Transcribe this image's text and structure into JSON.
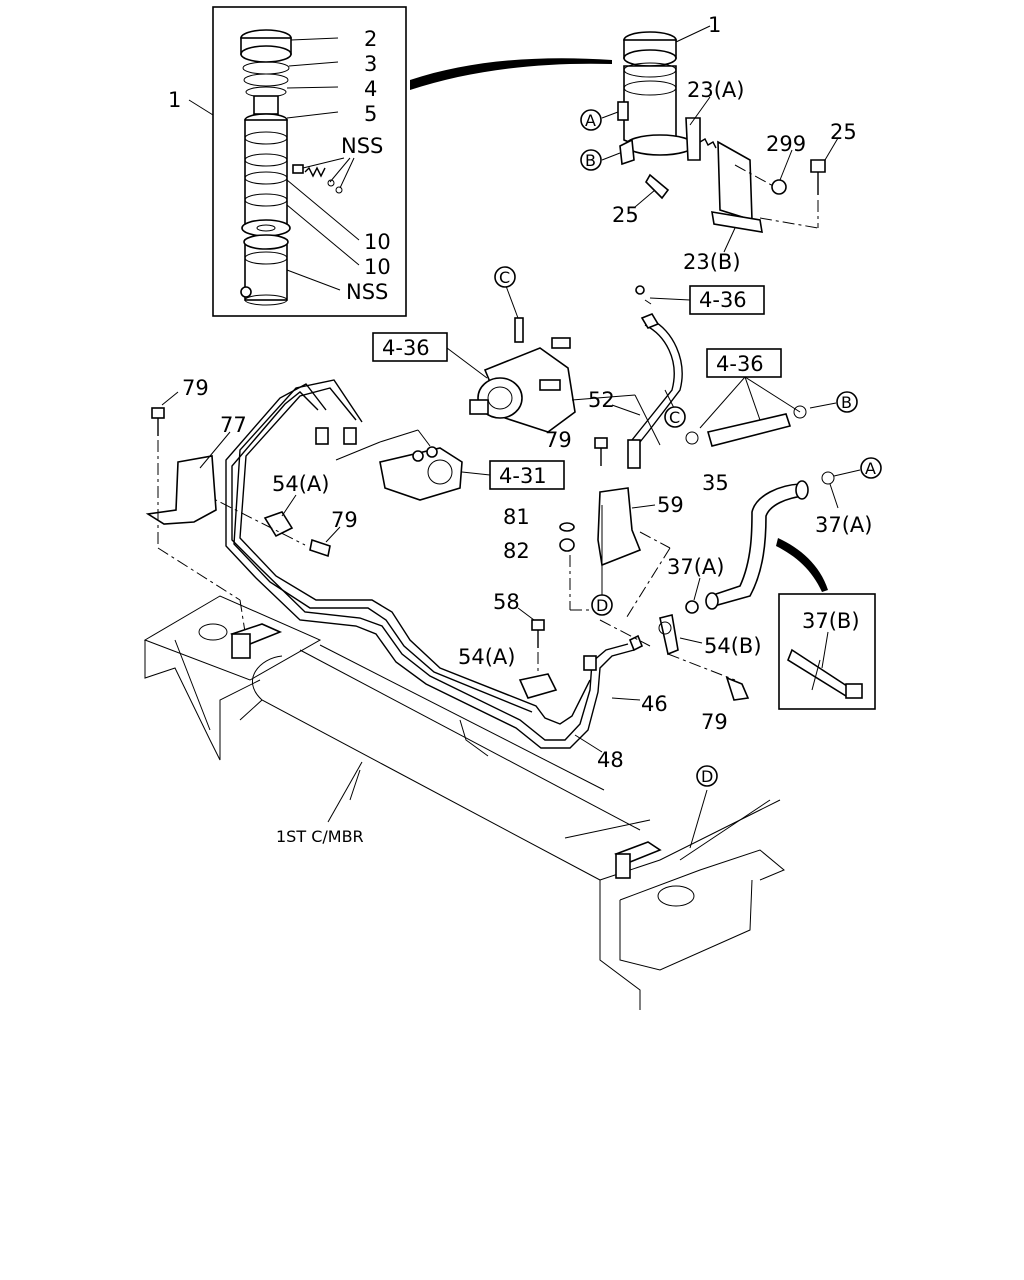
{
  "diagram": {
    "callouts": {
      "c1_top": "1",
      "c1_inset": "1",
      "c2": "2",
      "c3": "3",
      "c4": "4",
      "c5": "5",
      "nss_a": "NSS",
      "c10_a": "10",
      "c10_b": "10",
      "nss_b": "NSS",
      "c23a": "23(A)",
      "c23b": "23(B)",
      "c299": "299",
      "c25_a": "25",
      "c25_b": "25",
      "c79_a": "79",
      "c77": "77",
      "c54a_a": "54(A)",
      "c79_b": "79",
      "c52": "52",
      "c79_c": "79",
      "c59": "59",
      "c81": "81",
      "c82": "82",
      "c35": "35",
      "c37a_a": "37(A)",
      "c37a_b": "37(A)",
      "c58": "58",
      "c54a_b": "54(A)",
      "c54b": "54(B)",
      "c37b": "37(B)",
      "c46": "46",
      "c79_d": "79",
      "c48": "48",
      "member": "1ST C/MBR"
    },
    "refs": {
      "r436_a": "4-36",
      "r436_b": "4-36",
      "r436_c": "4-36",
      "r431": "4-31"
    },
    "markers": {
      "a_top": "A",
      "b_top": "B",
      "c_pump": "C",
      "c_pipe": "C",
      "b_hose": "B",
      "a_hose": "A",
      "d_bracket": "D",
      "d_frame": "D"
    }
  }
}
